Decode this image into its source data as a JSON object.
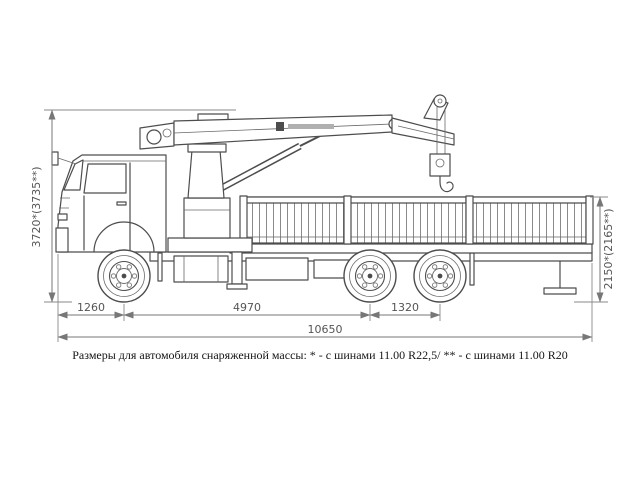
{
  "colors": {
    "background": "#ffffff",
    "drawing_line": "#4d4d4d",
    "dimension_line": "#777777",
    "dimension_text": "#555555",
    "caption_text": "#151515"
  },
  "drawing": {
    "subject": "flatbed-truck-with-loader-crane-side-view",
    "parts": [
      "cab",
      "loader-crane",
      "flatbed-platform",
      "chassis",
      "front-wheel",
      "rear-wheel-1",
      "rear-wheel-2"
    ]
  },
  "dimensions": {
    "overall_height": "3720*(3735**)",
    "platform_height": "2150*(2165**)",
    "front_overhang": "1260",
    "wheelbase": "4970",
    "rear_axle_spacing": "1320",
    "overall_length": "10650"
  },
  "caption": "Размеры для автомобиля снаряженной массы: * - с шинами 11.00 R22,5/ ** - с шинами 11.00 R20"
}
